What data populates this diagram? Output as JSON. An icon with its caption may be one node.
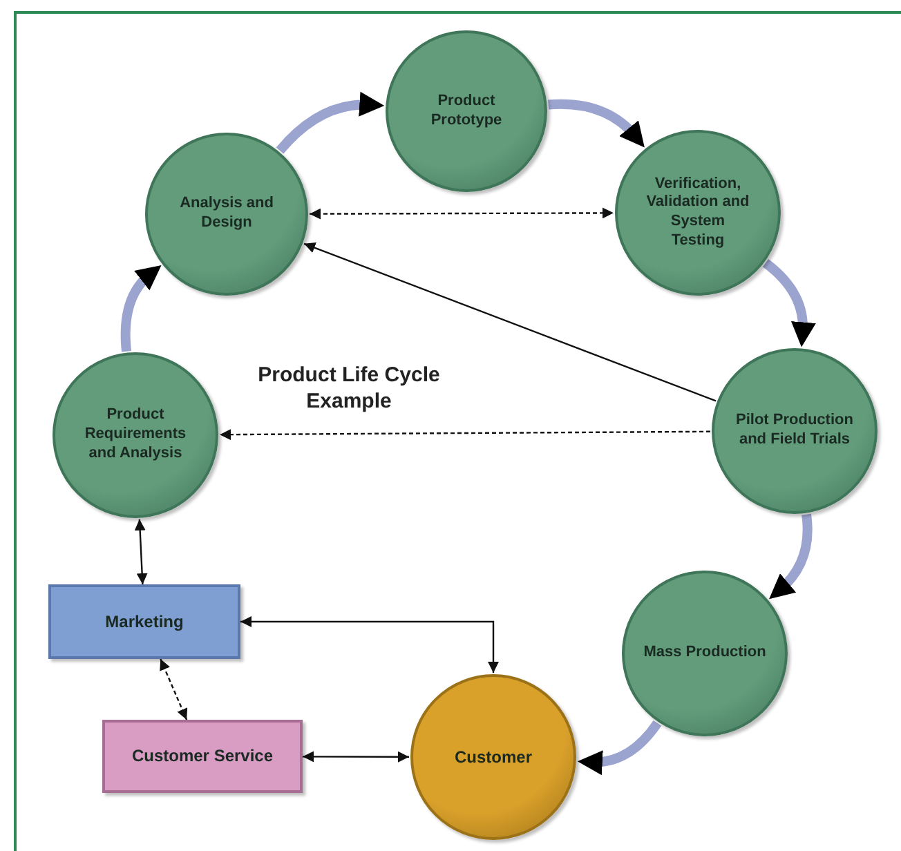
{
  "diagram": {
    "nodes": [
      {
        "text": [
          "Product Requirements and Analysis"
        ]
      },
      {
        "text": [
          "Analysis and Design"
        ]
      },
      {
        "text": [
          "Product Prototype"
        ]
      },
      {
        "text": [
          "Verification, Validation and System Testing"
        ]
      },
      {
        "text": [
          "Pilot Production and Field Trials"
        ]
      },
      {
        "text": [
          "Mass Production"
        ]
      },
      {
        "text": [
          "Customer"
        ]
      },
      {
        "text": [
          "Marketing"
        ]
      },
      {
        "text": [
          "Customer Service"
        ]
      }
    ],
    "edges": [
      {
        "from": 0,
        "to": 1,
        "arrow": "to",
        "style": "thick",
        "color": "#9ba3cf"
      },
      {
        "from": 1,
        "to": 2,
        "arrow": "to",
        "style": "thick",
        "color": "#9ba3cf"
      },
      {
        "from": 2,
        "to": 3,
        "arrow": "to",
        "style": "thick",
        "color": "#9ba3cf"
      },
      {
        "from": 3,
        "to": 4,
        "arrow": "to",
        "style": "thick",
        "color": "#9ba3cf"
      },
      {
        "from": 4,
        "to": 5,
        "arrow": "to",
        "style": "thick",
        "color": "#9ba3cf"
      },
      {
        "from": 5,
        "to": 6,
        "arrow": "to",
        "style": "thick",
        "color": "#9ba3cf"
      },
      {
        "from": 1,
        "to": 3,
        "arrow": "both",
        "style": "dashed"
      },
      {
        "from": 4,
        "to": 1,
        "arrow": "to"
      },
      {
        "from": 4,
        "to": 0,
        "arrow": "to",
        "style": "dashed"
      },
      {
        "from": 0,
        "to": 7,
        "arrow": "both"
      },
      {
        "from": 7,
        "to": 8,
        "arrow": "both",
        "style": "dashed"
      },
      {
        "from": 7,
        "to": 6,
        "arrow": "both"
      },
      {
        "from": 8,
        "to": 6,
        "arrow": "both"
      }
    ],
    "title": "Product Life Cycle Example"
  }
}
